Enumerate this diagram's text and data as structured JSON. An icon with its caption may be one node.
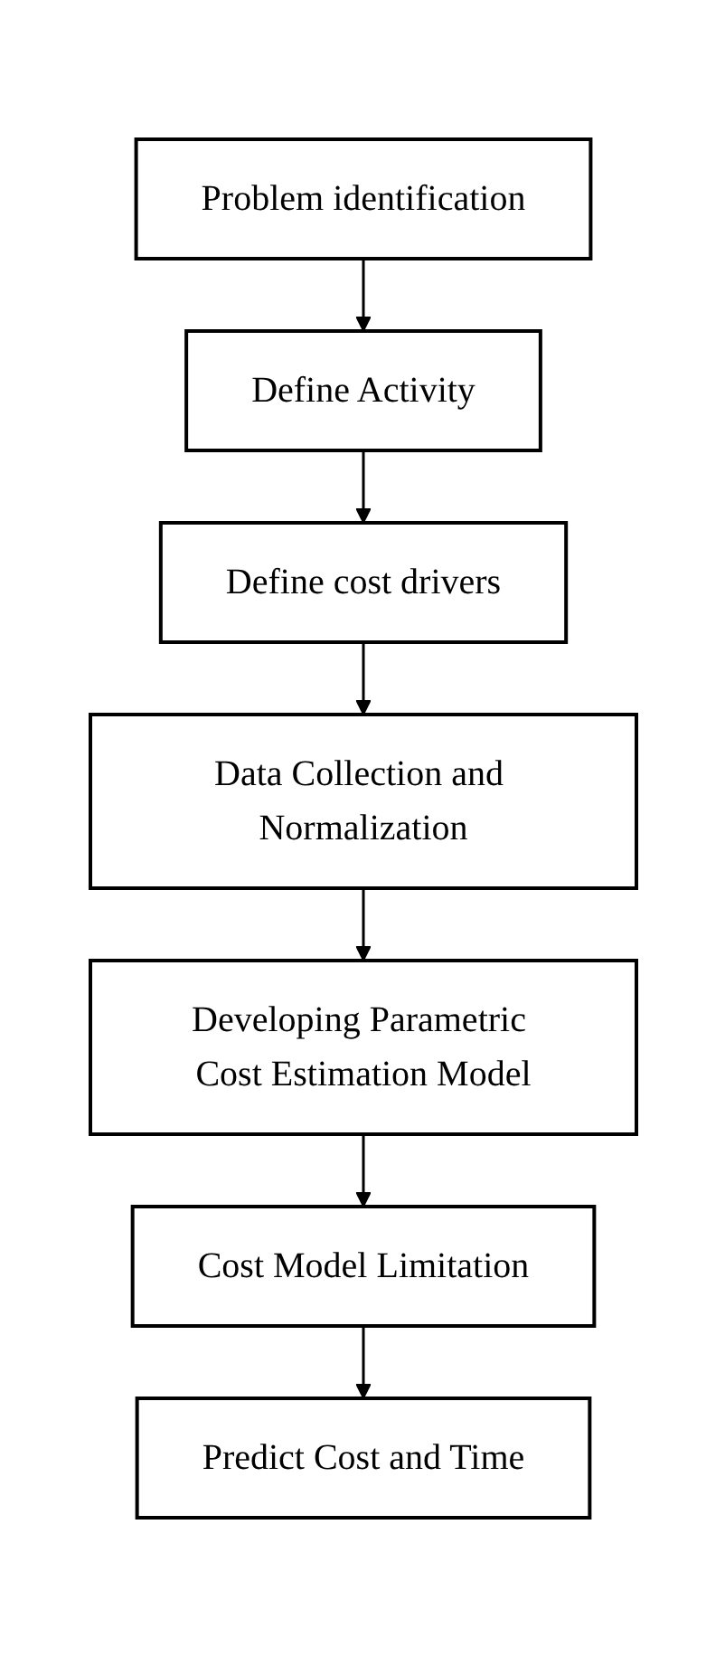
{
  "diagram": {
    "nodes": [
      {
        "text": [
          "Problem identification"
        ]
      },
      {
        "text": [
          "Define Activity"
        ]
      },
      {
        "text": [
          "Define cost drivers"
        ]
      },
      {
        "text": [
          "Data Collection and Normalization"
        ]
      },
      {
        "text": [
          "Developing Parametric Cost Estimation Model"
        ]
      },
      {
        "text": [
          "Cost Model Limitation"
        ]
      },
      {
        "text": [
          "Predict Cost and Time"
        ]
      }
    ],
    "edges": [
      {
        "from": 0,
        "to": 1,
        "arrow": "to"
      },
      {
        "from": 1,
        "to": 2,
        "arrow": "to"
      },
      {
        "from": 2,
        "to": 3,
        "arrow": "to"
      },
      {
        "from": 3,
        "to": 4,
        "arrow": "to"
      },
      {
        "from": 4,
        "to": 5,
        "arrow": "to"
      },
      {
        "from": 5,
        "to": 6,
        "arrow": "to"
      }
    ]
  }
}
